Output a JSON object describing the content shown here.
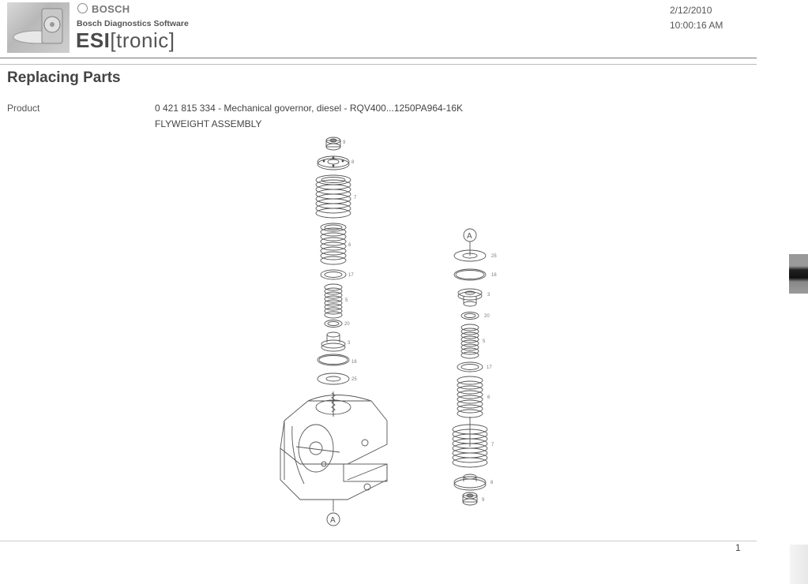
{
  "header": {
    "brand": "BOSCH",
    "subtitle": "Bosch Diagnostics Software",
    "product_bold": "ESI",
    "product_rest": "[tronic]",
    "date": "2/12/2010",
    "time": "10:00:16 AM"
  },
  "page": {
    "title": "Replacing Parts",
    "product_label": "Product",
    "product_value": "0 421 815 334 - Mechanical governor, diesel - RQV400...1250PA964-16K",
    "assembly_name": "FLYWEIGHT ASSEMBLY",
    "page_number": "1"
  },
  "diagram": {
    "left_stack_labels": [
      "9",
      "8",
      "7",
      "6",
      "17",
      "5",
      "20",
      "3",
      "16",
      "25"
    ],
    "right_stack_labels": [
      "25",
      "16",
      "3",
      "20",
      "5",
      "17",
      "6",
      "7",
      "8",
      "9"
    ],
    "reference_marker": "A"
  }
}
